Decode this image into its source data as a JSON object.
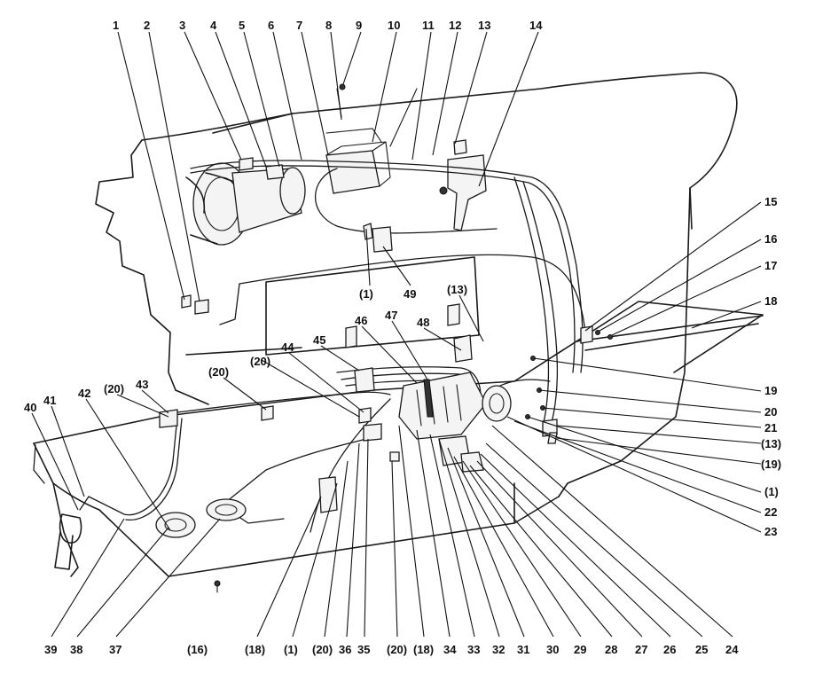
{
  "top_callouts": [
    "1",
    "2",
    "3",
    "4",
    "5",
    "6",
    "7",
    "8",
    "9",
    "10",
    "11",
    "12",
    "13",
    "14"
  ],
  "right_callouts": [
    "15",
    "16",
    "17",
    "18",
    "19",
    "20",
    "21",
    "(13)",
    "(19)",
    "(1)",
    "22",
    "23"
  ],
  "bottom_callouts": [
    "39",
    "38",
    "37",
    "(16)",
    "(18)",
    "(1)",
    "(20)",
    "36",
    "35",
    "(20)",
    "(18)",
    "34",
    "33",
    "32",
    "31",
    "30",
    "29",
    "28",
    "27",
    "26",
    "25",
    "24"
  ],
  "left_callouts": [
    "40",
    "41",
    "42",
    "(20)",
    "43"
  ],
  "inner_callouts": [
    "(1)",
    "49",
    "(13)",
    "46",
    "47",
    "48",
    "45",
    "44",
    "(20)",
    "(20)"
  ]
}
